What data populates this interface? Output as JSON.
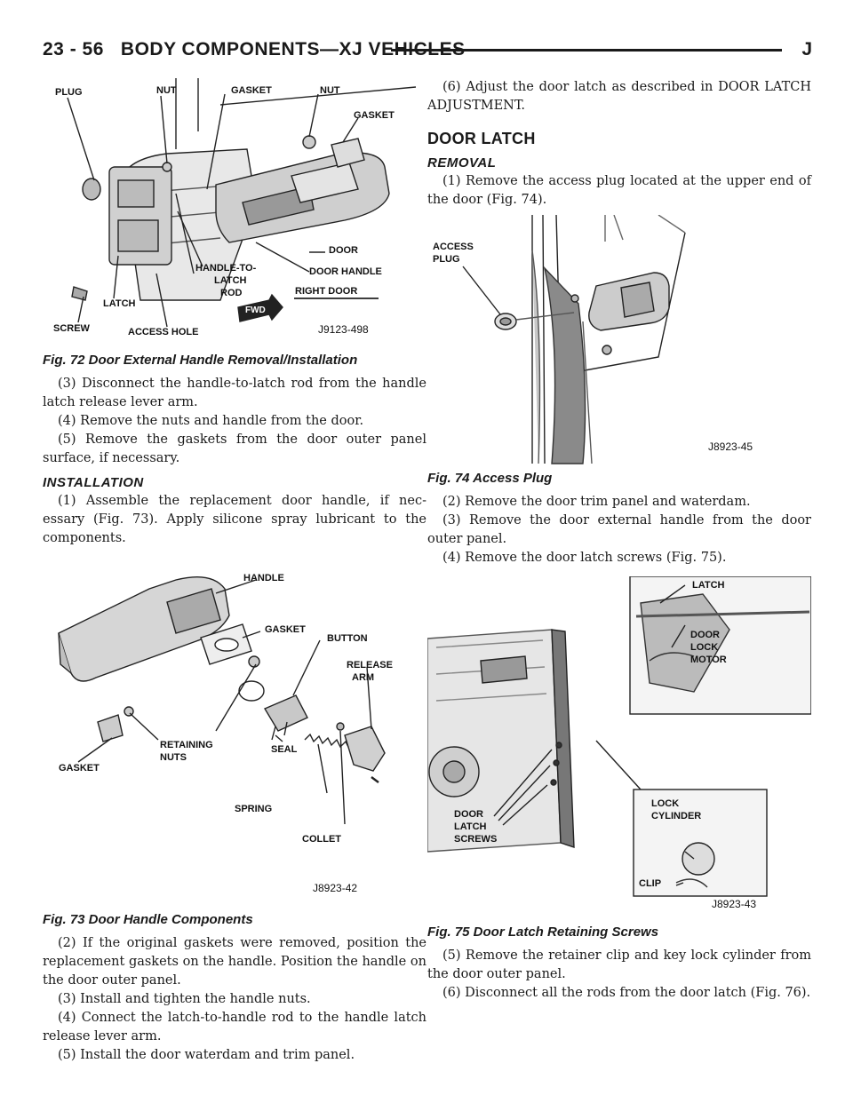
{
  "header": {
    "page_number": "23 - 56",
    "section_title": "BODY COMPONENTS—XJ VEHICLES",
    "edition_mark": "J"
  },
  "fig72": {
    "labels": {
      "plug": "PLUG",
      "nut1": "NUT",
      "gasket1": "GASKET",
      "nut2": "NUT",
      "gasket2": "GASKET",
      "door": "DOOR",
      "door_handle": "DOOR HANDLE",
      "handle_to": "HANDLE-TO-",
      "latch_word": "LATCH",
      "rod": "ROD",
      "right_door": "RIGHT DOOR",
      "latch": "LATCH",
      "screw": "SCREW",
      "access_hole": "ACCESS HOLE",
      "fwd": "FWD"
    },
    "id": "J9123-498",
    "caption": "Fig. 72 Door External Handle Removal/Installation"
  },
  "left_text": {
    "step3": "(3) Disconnect the handle-to-latch rod from the handle latch release lever arm.",
    "step4": "(4) Remove the nuts and handle from the door.",
    "step5": "(5) Remove the gaskets from the door outer panel surface, if necessary.",
    "installation_heading": "INSTALLATION",
    "inst1": "(1) Assemble the replacement door handle, if nec-essary (Fig. 73). Apply silicone spray lubricant to the components."
  },
  "fig73": {
    "labels": {
      "handle": "HANDLE",
      "gasket": "GASKET",
      "button": "BUTTON",
      "release": "RELEASE",
      "arm": "ARM",
      "seal": "SEAL",
      "retaining": "RETAINING",
      "nuts": "NUTS",
      "gasket_low": "GASKET",
      "spring": "SPRING",
      "collet": "COLLET"
    },
    "id": "J8923-42",
    "caption": "Fig. 73 Door Handle Components"
  },
  "left_text2": {
    "inst2": "(2) If the original gaskets were removed, position the replacement gaskets on the handle. Position the handle on the door outer panel.",
    "inst3": "(3) Install and tighten the handle nuts.",
    "inst4": "(4) Connect the latch-to-handle rod to the handle latch release lever arm.",
    "inst5": "(5) Install the door waterdam and trim panel."
  },
  "right_text": {
    "inst6": "(6) Adjust the door latch as described in DOOR LATCH ADJUSTMENT.",
    "door_latch_heading": "DOOR LATCH",
    "removal_heading": "REMOVAL",
    "rem1": "(1) Remove the access plug located at the upper end of the door (Fig. 74)."
  },
  "fig74": {
    "labels": {
      "access": "ACCESS",
      "plug": "PLUG"
    },
    "id": "J8923-45",
    "caption": "Fig. 74 Access Plug"
  },
  "right_text2": {
    "rem2": "(2) Remove the door trim panel and waterdam.",
    "rem3": "(3) Remove the door external handle from the door outer panel.",
    "rem4": "(4) Remove the door latch screws (Fig. 75)."
  },
  "fig75": {
    "labels": {
      "latch": "LATCH",
      "door": "DOOR",
      "lock": "LOCK",
      "motor": "MOTOR",
      "door2": "DOOR",
      "latch2": "LATCH",
      "screws": "SCREWS",
      "lock2": "LOCK",
      "cylinder": "CYLINDER",
      "clip": "CLIP"
    },
    "id": "J8923-43",
    "caption": "Fig. 75 Door Latch Retaining Screws"
  },
  "right_text3": {
    "rem5": "(5) Remove the retainer clip and key lock cylinder from the door outer panel.",
    "rem6": "(6) Disconnect all the rods from the door latch (Fig. 76)."
  }
}
